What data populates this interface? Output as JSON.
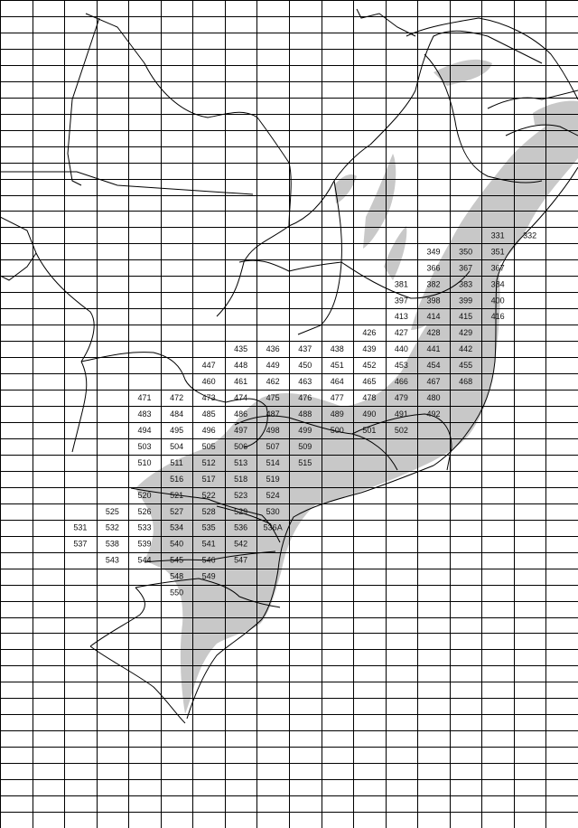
{
  "map": {
    "grid": {
      "columns": 18,
      "rows": 51,
      "line_color": "#000000"
    },
    "colors": {
      "background": "#ffffff",
      "forest": "#c8c8c8",
      "border": "#000000",
      "text": "#111111"
    },
    "cells": [
      {
        "id": "331",
        "col": 15,
        "row": 14
      },
      {
        "id": "332",
        "col": 16,
        "row": 14
      },
      {
        "id": "349",
        "col": 13,
        "row": 15
      },
      {
        "id": "350",
        "col": 14,
        "row": 15
      },
      {
        "id": "351",
        "col": 15,
        "row": 15
      },
      {
        "id": "366",
        "col": 13,
        "row": 16
      },
      {
        "id": "367",
        "col": 14,
        "row": 16
      },
      {
        "id": "367",
        "col": 15,
        "row": 16
      },
      {
        "id": "381",
        "col": 12,
        "row": 17
      },
      {
        "id": "382",
        "col": 13,
        "row": 17
      },
      {
        "id": "383",
        "col": 14,
        "row": 17
      },
      {
        "id": "384",
        "col": 15,
        "row": 17
      },
      {
        "id": "397",
        "col": 12,
        "row": 18
      },
      {
        "id": "398",
        "col": 13,
        "row": 18
      },
      {
        "id": "399",
        "col": 14,
        "row": 18
      },
      {
        "id": "400",
        "col": 15,
        "row": 18
      },
      {
        "id": "413",
        "col": 12,
        "row": 19
      },
      {
        "id": "414",
        "col": 13,
        "row": 19
      },
      {
        "id": "415",
        "col": 14,
        "row": 19
      },
      {
        "id": "416",
        "col": 15,
        "row": 19
      },
      {
        "id": "426",
        "col": 11,
        "row": 20
      },
      {
        "id": "427",
        "col": 12,
        "row": 20
      },
      {
        "id": "428",
        "col": 13,
        "row": 20
      },
      {
        "id": "429",
        "col": 14,
        "row": 20
      },
      {
        "id": "435",
        "col": 7,
        "row": 21
      },
      {
        "id": "436",
        "col": 8,
        "row": 21
      },
      {
        "id": "437",
        "col": 9,
        "row": 21
      },
      {
        "id": "438",
        "col": 10,
        "row": 21
      },
      {
        "id": "439",
        "col": 11,
        "row": 21
      },
      {
        "id": "440",
        "col": 12,
        "row": 21
      },
      {
        "id": "441",
        "col": 13,
        "row": 21
      },
      {
        "id": "442",
        "col": 14,
        "row": 21
      },
      {
        "id": "447",
        "col": 6,
        "row": 22
      },
      {
        "id": "448",
        "col": 7,
        "row": 22
      },
      {
        "id": "449",
        "col": 8,
        "row": 22
      },
      {
        "id": "450",
        "col": 9,
        "row": 22
      },
      {
        "id": "451",
        "col": 10,
        "row": 22
      },
      {
        "id": "452",
        "col": 11,
        "row": 22
      },
      {
        "id": "453",
        "col": 12,
        "row": 22
      },
      {
        "id": "454",
        "col": 13,
        "row": 22
      },
      {
        "id": "455",
        "col": 14,
        "row": 22
      },
      {
        "id": "460",
        "col": 6,
        "row": 23
      },
      {
        "id": "461",
        "col": 7,
        "row": 23
      },
      {
        "id": "462",
        "col": 8,
        "row": 23
      },
      {
        "id": "463",
        "col": 9,
        "row": 23
      },
      {
        "id": "464",
        "col": 10,
        "row": 23
      },
      {
        "id": "465",
        "col": 11,
        "row": 23
      },
      {
        "id": "466",
        "col": 12,
        "row": 23
      },
      {
        "id": "467",
        "col": 13,
        "row": 23
      },
      {
        "id": "468",
        "col": 14,
        "row": 23
      },
      {
        "id": "471",
        "col": 4,
        "row": 24
      },
      {
        "id": "472",
        "col": 5,
        "row": 24
      },
      {
        "id": "473",
        "col": 6,
        "row": 24
      },
      {
        "id": "474",
        "col": 7,
        "row": 24
      },
      {
        "id": "475",
        "col": 8,
        "row": 24
      },
      {
        "id": "476",
        "col": 9,
        "row": 24
      },
      {
        "id": "477",
        "col": 10,
        "row": 24
      },
      {
        "id": "478",
        "col": 11,
        "row": 24
      },
      {
        "id": "479",
        "col": 12,
        "row": 24
      },
      {
        "id": "480",
        "col": 13,
        "row": 24
      },
      {
        "id": "483",
        "col": 4,
        "row": 25
      },
      {
        "id": "484",
        "col": 5,
        "row": 25
      },
      {
        "id": "485",
        "col": 6,
        "row": 25
      },
      {
        "id": "486",
        "col": 7,
        "row": 25
      },
      {
        "id": "487",
        "col": 8,
        "row": 25
      },
      {
        "id": "488",
        "col": 9,
        "row": 25
      },
      {
        "id": "489",
        "col": 10,
        "row": 25
      },
      {
        "id": "490",
        "col": 11,
        "row": 25
      },
      {
        "id": "491",
        "col": 12,
        "row": 25
      },
      {
        "id": "492",
        "col": 13,
        "row": 25
      },
      {
        "id": "494",
        "col": 4,
        "row": 26
      },
      {
        "id": "495",
        "col": 5,
        "row": 26
      },
      {
        "id": "496",
        "col": 6,
        "row": 26
      },
      {
        "id": "497",
        "col": 7,
        "row": 26
      },
      {
        "id": "498",
        "col": 8,
        "row": 26
      },
      {
        "id": "499",
        "col": 9,
        "row": 26
      },
      {
        "id": "500",
        "col": 10,
        "row": 26
      },
      {
        "id": "501",
        "col": 11,
        "row": 26
      },
      {
        "id": "502",
        "col": 12,
        "row": 26
      },
      {
        "id": "503",
        "col": 4,
        "row": 27
      },
      {
        "id": "504",
        "col": 5,
        "row": 27
      },
      {
        "id": "505",
        "col": 6,
        "row": 27
      },
      {
        "id": "506",
        "col": 7,
        "row": 27
      },
      {
        "id": "507",
        "col": 8,
        "row": 27
      },
      {
        "id": "509",
        "col": 9,
        "row": 27
      },
      {
        "id": "510",
        "col": 4,
        "row": 28
      },
      {
        "id": "511",
        "col": 5,
        "row": 28
      },
      {
        "id": "512",
        "col": 6,
        "row": 28
      },
      {
        "id": "513",
        "col": 7,
        "row": 28
      },
      {
        "id": "514",
        "col": 8,
        "row": 28
      },
      {
        "id": "515",
        "col": 9,
        "row": 28
      },
      {
        "id": "516",
        "col": 5,
        "row": 29
      },
      {
        "id": "517",
        "col": 6,
        "row": 29
      },
      {
        "id": "518",
        "col": 7,
        "row": 29
      },
      {
        "id": "519",
        "col": 8,
        "row": 29
      },
      {
        "id": "520",
        "col": 4,
        "row": 30
      },
      {
        "id": "521",
        "col": 5,
        "row": 30
      },
      {
        "id": "522",
        "col": 6,
        "row": 30
      },
      {
        "id": "523",
        "col": 7,
        "row": 30
      },
      {
        "id": "524",
        "col": 8,
        "row": 30
      },
      {
        "id": "525",
        "col": 3,
        "row": 31
      },
      {
        "id": "526",
        "col": 4,
        "row": 31
      },
      {
        "id": "527",
        "col": 5,
        "row": 31
      },
      {
        "id": "528",
        "col": 6,
        "row": 31
      },
      {
        "id": "529",
        "col": 7,
        "row": 31
      },
      {
        "id": "530",
        "col": 8,
        "row": 31
      },
      {
        "id": "531",
        "col": 2,
        "row": 32
      },
      {
        "id": "532",
        "col": 3,
        "row": 32
      },
      {
        "id": "533",
        "col": 4,
        "row": 32
      },
      {
        "id": "534",
        "col": 5,
        "row": 32
      },
      {
        "id": "535",
        "col": 6,
        "row": 32
      },
      {
        "id": "536",
        "col": 7,
        "row": 32
      },
      {
        "id": "536A",
        "col": 8,
        "row": 32
      },
      {
        "id": "537",
        "col": 2,
        "row": 33
      },
      {
        "id": "538",
        "col": 3,
        "row": 33
      },
      {
        "id": "539",
        "col": 4,
        "row": 33
      },
      {
        "id": "540",
        "col": 5,
        "row": 33
      },
      {
        "id": "541",
        "col": 6,
        "row": 33
      },
      {
        "id": "542",
        "col": 7,
        "row": 33
      },
      {
        "id": "543",
        "col": 3,
        "row": 34
      },
      {
        "id": "544",
        "col": 4,
        "row": 34
      },
      {
        "id": "545",
        "col": 5,
        "row": 34
      },
      {
        "id": "546",
        "col": 6,
        "row": 34
      },
      {
        "id": "547",
        "col": 7,
        "row": 34
      },
      {
        "id": "548",
        "col": 5,
        "row": 35
      },
      {
        "id": "549",
        "col": 6,
        "row": 35
      },
      {
        "id": "550",
        "col": 5,
        "row": 36
      }
    ]
  }
}
